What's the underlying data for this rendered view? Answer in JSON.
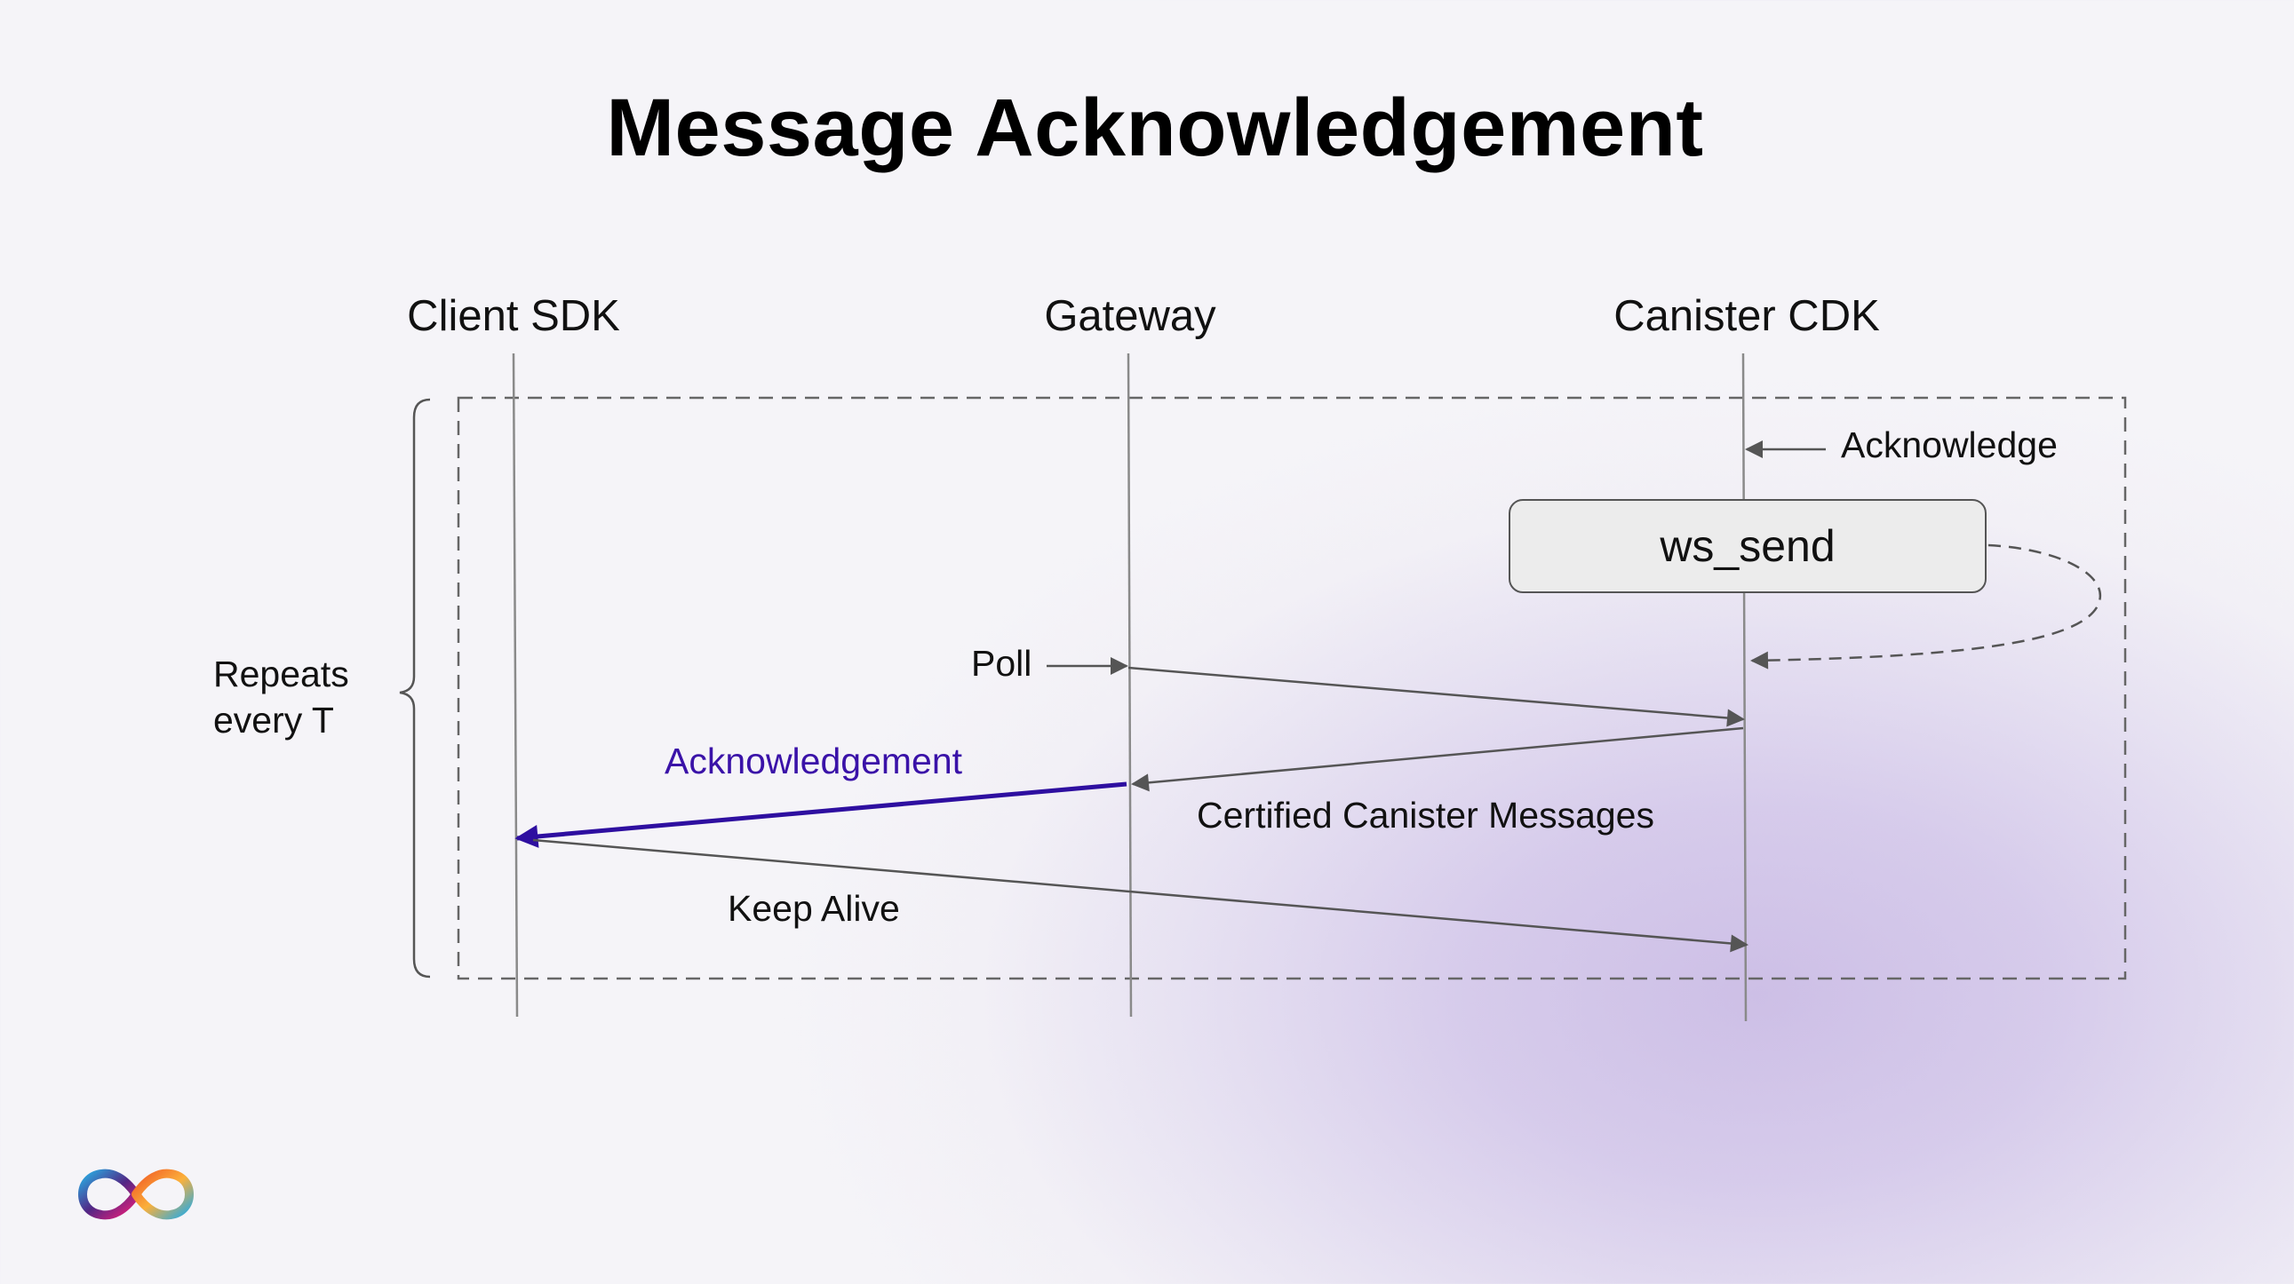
{
  "title": "Message Acknowledgement",
  "lanes": [
    "Client SDK",
    "Gateway",
    "Canister CDK"
  ],
  "repeats_label": "Repeats every T",
  "ws_send_label": "ws_send",
  "messages": {
    "acknowledge": "Acknowledge",
    "poll": "Poll",
    "acknowledgement": "Acknowledgement",
    "certified": "Certified Canister Messages",
    "keep_alive": "Keep Alive"
  },
  "colors": {
    "accent_arrow": "#2e0fa0",
    "lifeline": "#8a8a8a",
    "arrow": "#555555"
  },
  "logo": "internet-computer-infinity-logo"
}
